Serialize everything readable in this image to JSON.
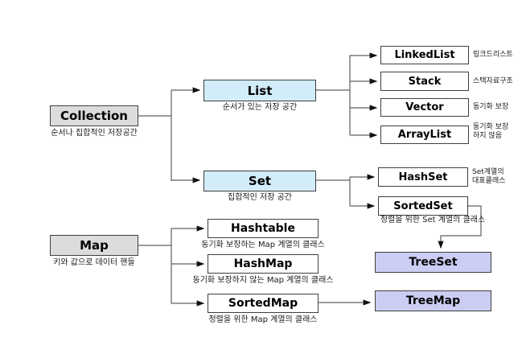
{
  "nodes": {
    "collection": {
      "label": "Collection",
      "caption": "순서나 집합적인 저장공간"
    },
    "list": {
      "label": "List",
      "caption": "순서가 있는 저장 공간"
    },
    "set": {
      "label": "Set",
      "caption": "집합적인 저장 공간"
    },
    "linkedlist": {
      "label": "LinkedList",
      "note": "링크드리스트"
    },
    "stack": {
      "label": "Stack",
      "note": "스택자료구조"
    },
    "vector": {
      "label": "Vector",
      "note": "동기화 보장"
    },
    "arraylist": {
      "label": "ArrayList",
      "note": "동기화 보장\n하지 않음"
    },
    "hashset": {
      "label": "HashSet",
      "note": "Set계열의\n대표클래스"
    },
    "sortedset": {
      "label": "SortedSet",
      "caption": "정렬을 위한 Set 계열의 클래스"
    },
    "treeset": {
      "label": "TreeSet"
    },
    "map": {
      "label": "Map",
      "caption": "키와 값으로 데이터 핸들"
    },
    "hashtable": {
      "label": "Hashtable",
      "caption": "동기화 보장하는 Map 계열의 클래스"
    },
    "hashmap": {
      "label": "HashMap",
      "caption": "동기화 보장하지 않는 Map 계열의 클래스"
    },
    "sortedmap": {
      "label": "SortedMap",
      "caption": "정렬을 위한 Map 계열의 클래스"
    },
    "treemap": {
      "label": "TreeMap"
    }
  },
  "colors": {
    "background": "#ffffff",
    "root_box_fill": "#dcdcdc",
    "interface_box_fill": "#d3ecfa",
    "class_box_fill": "#ffffff",
    "tree_box_fill": "#cccdf2",
    "box_border": "#3f3f3f",
    "connector_line": "#5f5f5f",
    "arrowhead": "#111111"
  }
}
